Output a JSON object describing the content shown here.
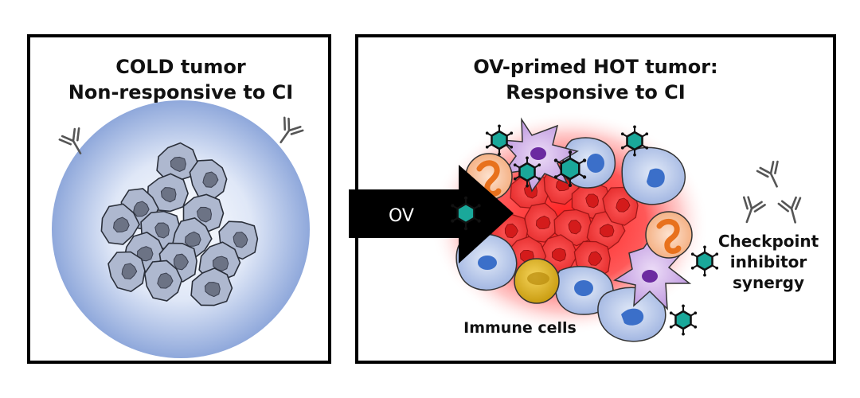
{
  "left_panel": {
    "title_line1": "COLD tumor",
    "title_line2": "Non-responsive to CI"
  },
  "arrow": {
    "label": "OV"
  },
  "right_panel": {
    "title_line1": "OV-primed HOT tumor:",
    "title_line2": "Responsive to CI",
    "immune_label": "Immune cells",
    "checkpoint_line1": "Checkpoint",
    "checkpoint_line2": "inhibitor",
    "checkpoint_line3": "synergy"
  },
  "colors": {
    "cold_halo": "#8fa8db",
    "hot_glow": "#ff2a2a",
    "tumor_cell": "#aab4cc",
    "virus": "#1aa89a",
    "macrophage": "#a9bde6",
    "dendritic": "#c6a3e0",
    "neutrophil": "#f6b48a",
    "yellow_cell": "#d9b21e"
  }
}
